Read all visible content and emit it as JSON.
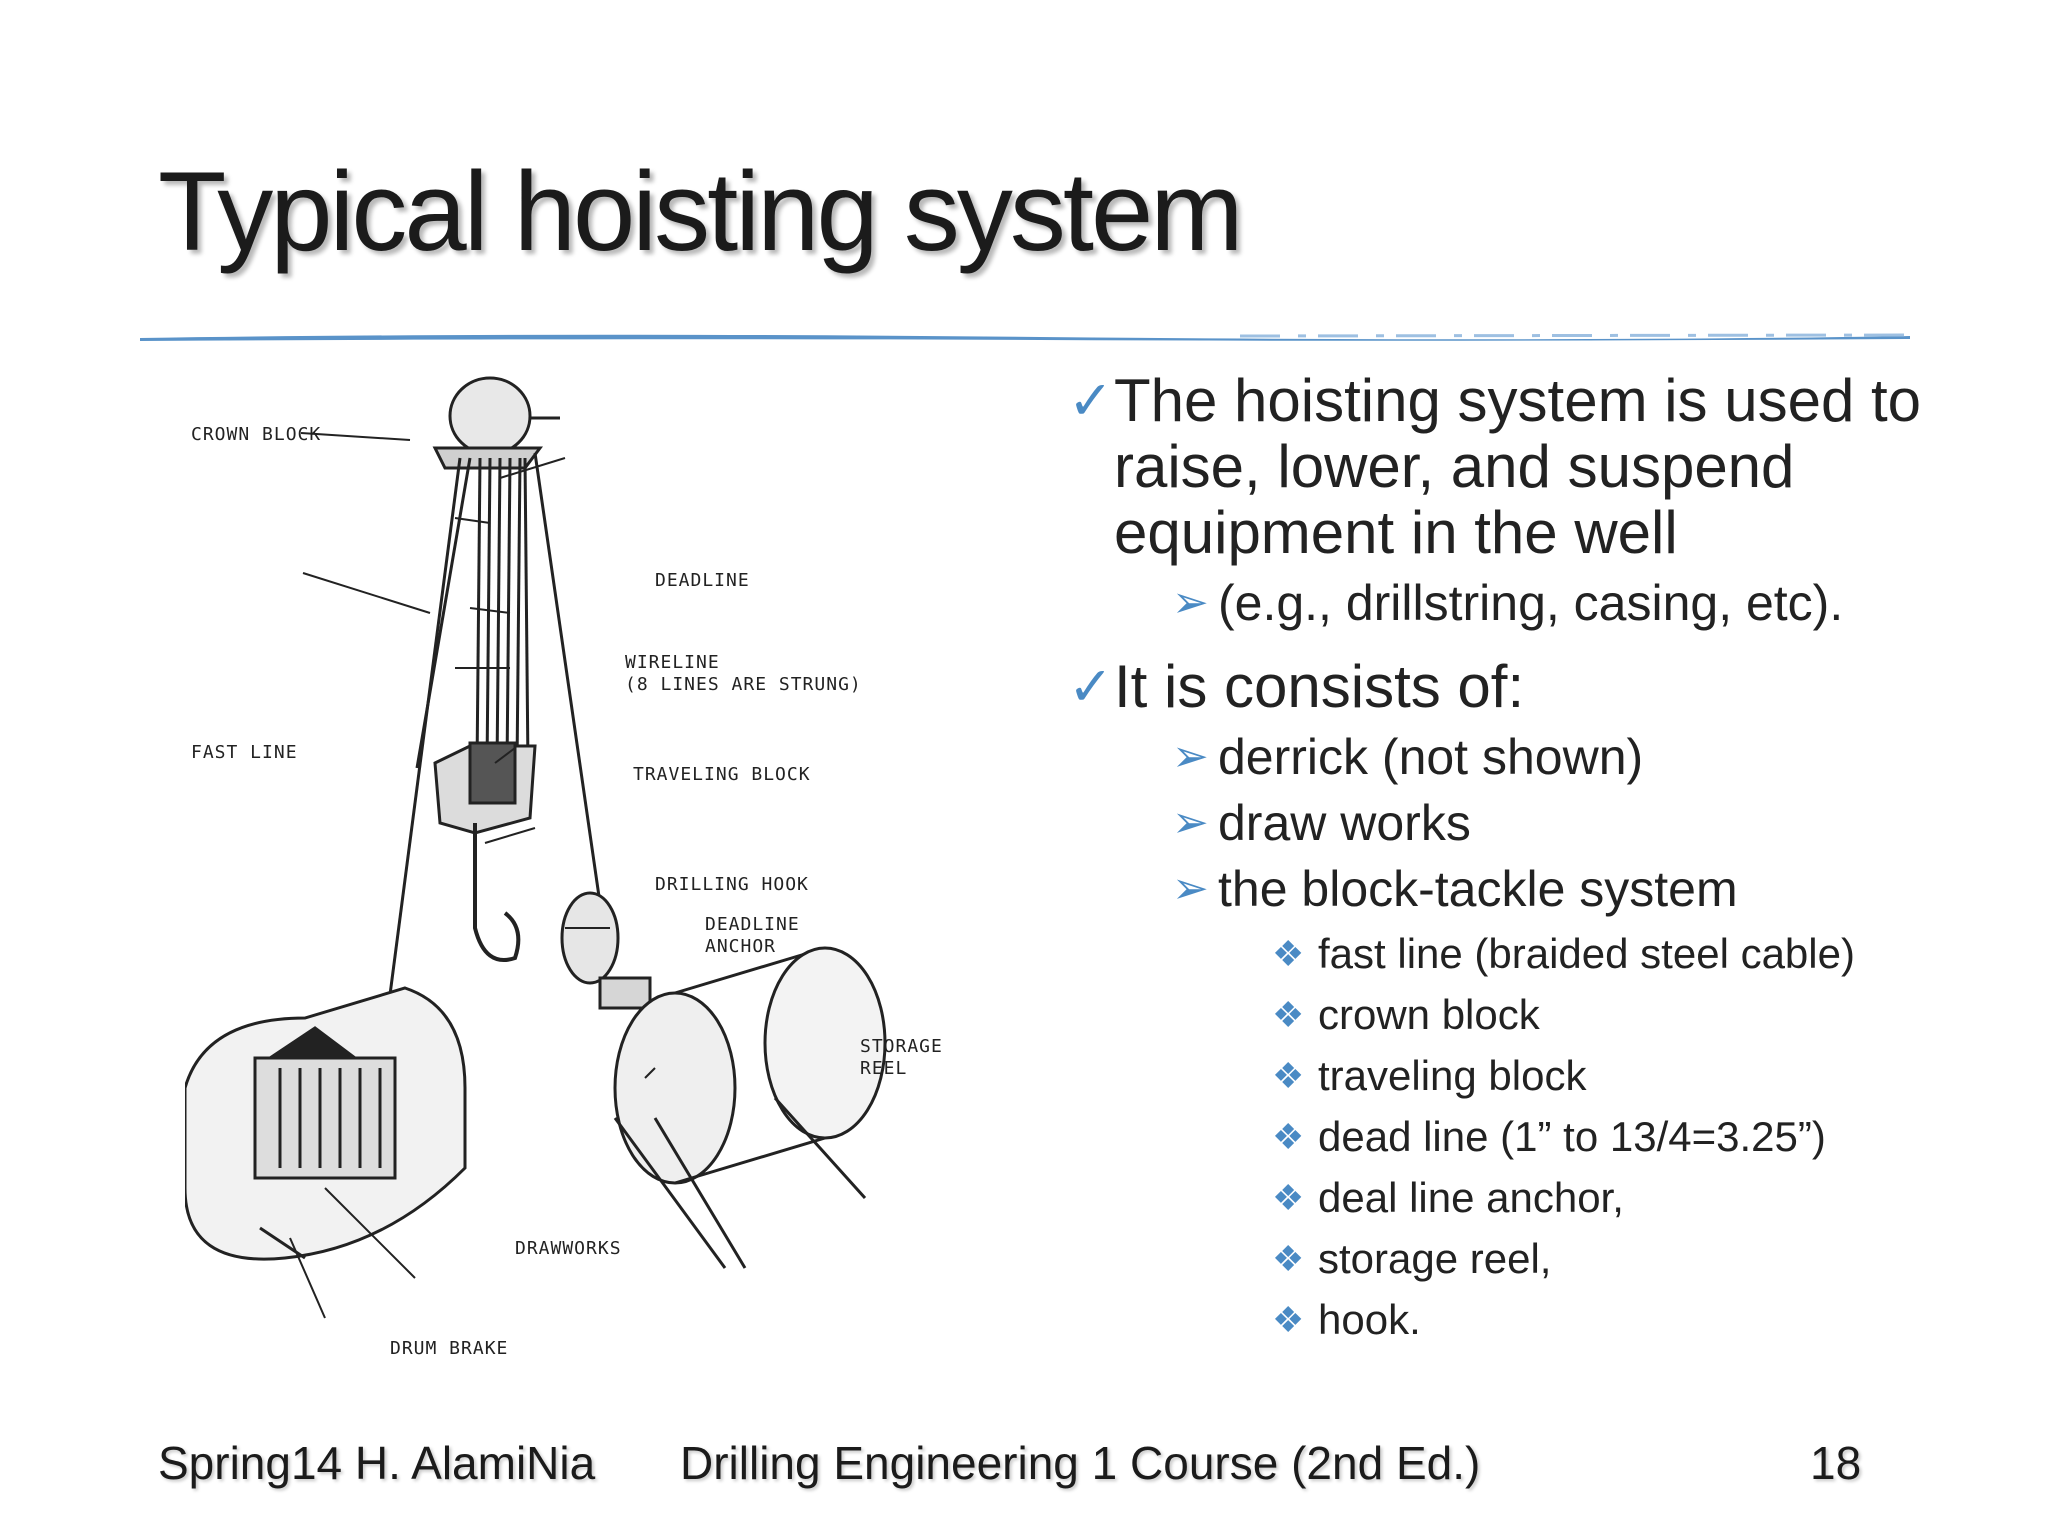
{
  "slide": {
    "title": "Typical hoisting system",
    "accent_color": "#4a8ac4"
  },
  "figure": {
    "labels": {
      "crown_block": "CROWN BLOCK",
      "deadline": "DEADLINE",
      "wireline_1": "WIRELINE",
      "wireline_2": "(8 LINES ARE STRUNG)",
      "fast_line": "FAST LINE",
      "traveling_block": "TRAVELING BLOCK",
      "drilling_hook": "DRILLING HOOK",
      "deadline_anchor_1": "DEADLINE",
      "deadline_anchor_2": "ANCHOR",
      "storage_reel_1": "STORAGE",
      "storage_reel_2": "REEL",
      "drawworks": "DRAWWORKS",
      "drum_brake": "DRUM BRAKE"
    }
  },
  "content": {
    "check_icon": "check-mark",
    "arrow_icon": "arrow-head",
    "diamond_icon": "four-diamond",
    "point1": "The hoisting system is used to raise, lower, and suspend equipment in the well",
    "point1_sub": "(e.g., drillstring, casing, etc).",
    "point2": "It is consists of:",
    "point2_subs": [
      "derrick (not shown)",
      "draw works",
      "the block-tackle system"
    ],
    "components": [
      "fast line (braided steel cable)",
      "crown block",
      "traveling block",
      "dead line (1” to 13/4=3.25”)",
      "deal line anchor,",
      "storage reel,",
      "hook."
    ]
  },
  "footer": {
    "left": "Spring14 H. AlamiNia",
    "center": "Drilling Engineering 1 Course (2nd Ed.)",
    "page": "18"
  }
}
